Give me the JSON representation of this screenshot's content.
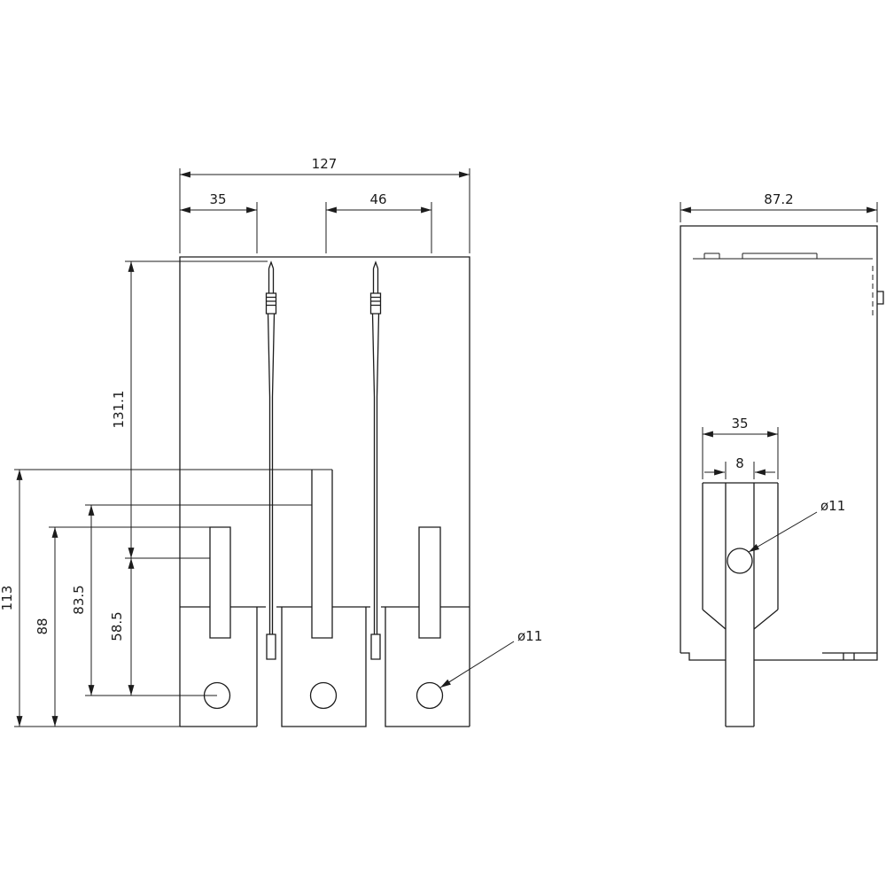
{
  "colors": {
    "line": "#1c1c1c",
    "background": "#ffffff"
  },
  "front_view": {
    "dims": {
      "overall_width": "127",
      "terminal_width": "35",
      "terminal_pitch": "46",
      "clip_height": "131.1",
      "height_58_5": "58.5",
      "height_83_5": "83.5",
      "height_88": "88",
      "height_113": "113",
      "hole_label": "ø11"
    }
  },
  "side_view": {
    "dims": {
      "depth": "87.2",
      "pocket_width": "35",
      "bar_thickness": "8",
      "hole_label": "ø11"
    }
  }
}
